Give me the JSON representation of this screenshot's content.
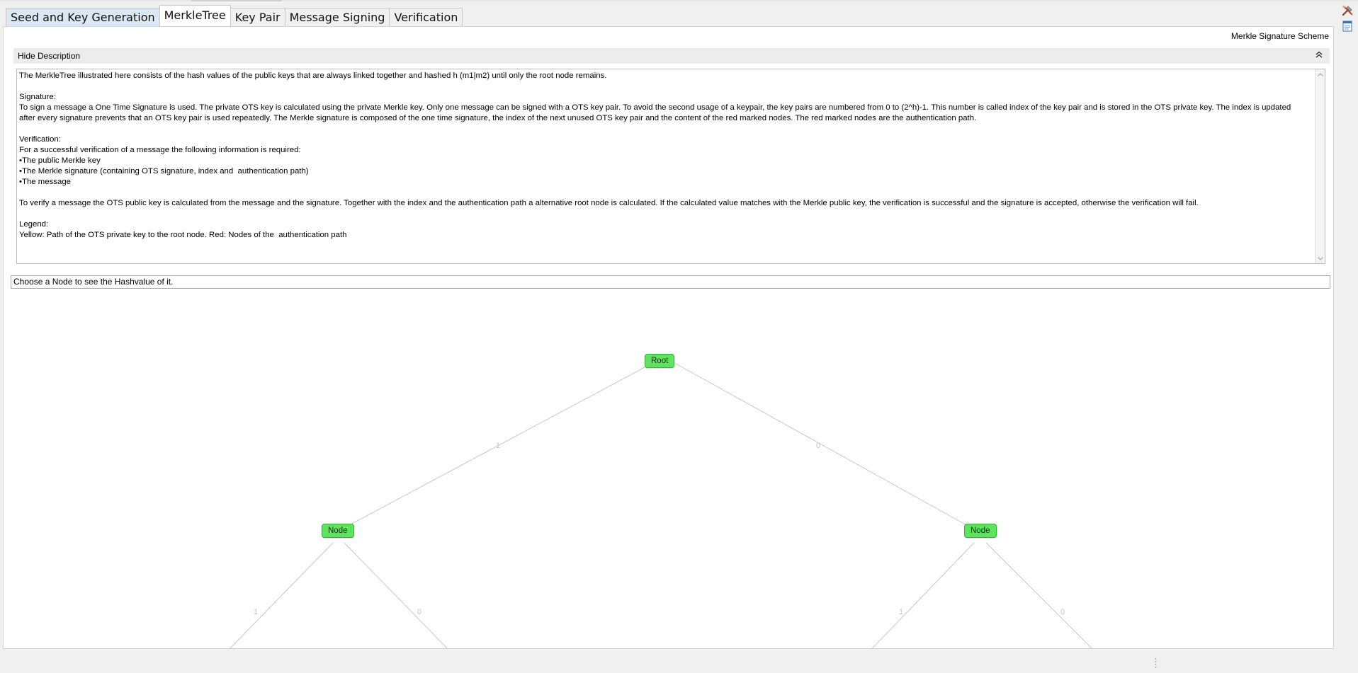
{
  "tabs": [
    {
      "label": "Seed and Key Generation"
    },
    {
      "label": "MerkleTree"
    },
    {
      "label": "Key Pair"
    },
    {
      "label": "Message Signing"
    },
    {
      "label": "Verification"
    }
  ],
  "panel": {
    "scheme_title": "Merkle Signature Scheme",
    "description_toggle": "Hide Description",
    "description_text": "The MerkleTree illustrated here consists of the hash values of the public keys that are always linked together and hashed h (m1|m2) until only the root node remains.\n\nSignature:\nTo sign a message a One Time Signature is used. The private OTS key is calculated using the private Merkle key. Only one message can be signed with a OTS key pair. To avoid the second usage of a keypair, the key pairs are numbered from 0 to (2^h)-1. This number is called index of the key pair and is stored in the OTS private key. The index is updated after every signature prevents that an OTS key pair is used repeatedly. The Merkle signature is composed of the one time signature, the index of the next unused OTS key pair and the content of the red marked nodes. The red marked nodes are the authentication path.\n\nVerification:\nFor a successful verification of a message the following information is required:\n•The public Merkle key\n•The Merkle signature (containing OTS signature, index and  authentication path)\n•The message\n\nTo verify a message the OTS public key is calculated from the message and the signature. Together with the index and the authentication path a alternative root node is calculated. If the calculated value matches with the Merkle public key, the verification is successful and the signature is accepted, otherwise the verification will fail.\n\nLegend:\nYellow: Path of the OTS private key to the root node. Red: Nodes of the  authentication path",
    "hash_field_text": "Choose a Node to see the Hashvalue of it."
  },
  "tree": {
    "root_label": "Root",
    "left_node_label": "Node",
    "right_node_label": "Node",
    "edge_labels": {
      "root_left": "1",
      "root_right": "0",
      "left_left": "1",
      "left_right": "0",
      "right_left": "1",
      "right_right": "0"
    },
    "node_color": "#5fe35f",
    "edge_color": "#c8c8c8"
  },
  "side_icons": [
    "tools-icon",
    "help-document-icon"
  ]
}
